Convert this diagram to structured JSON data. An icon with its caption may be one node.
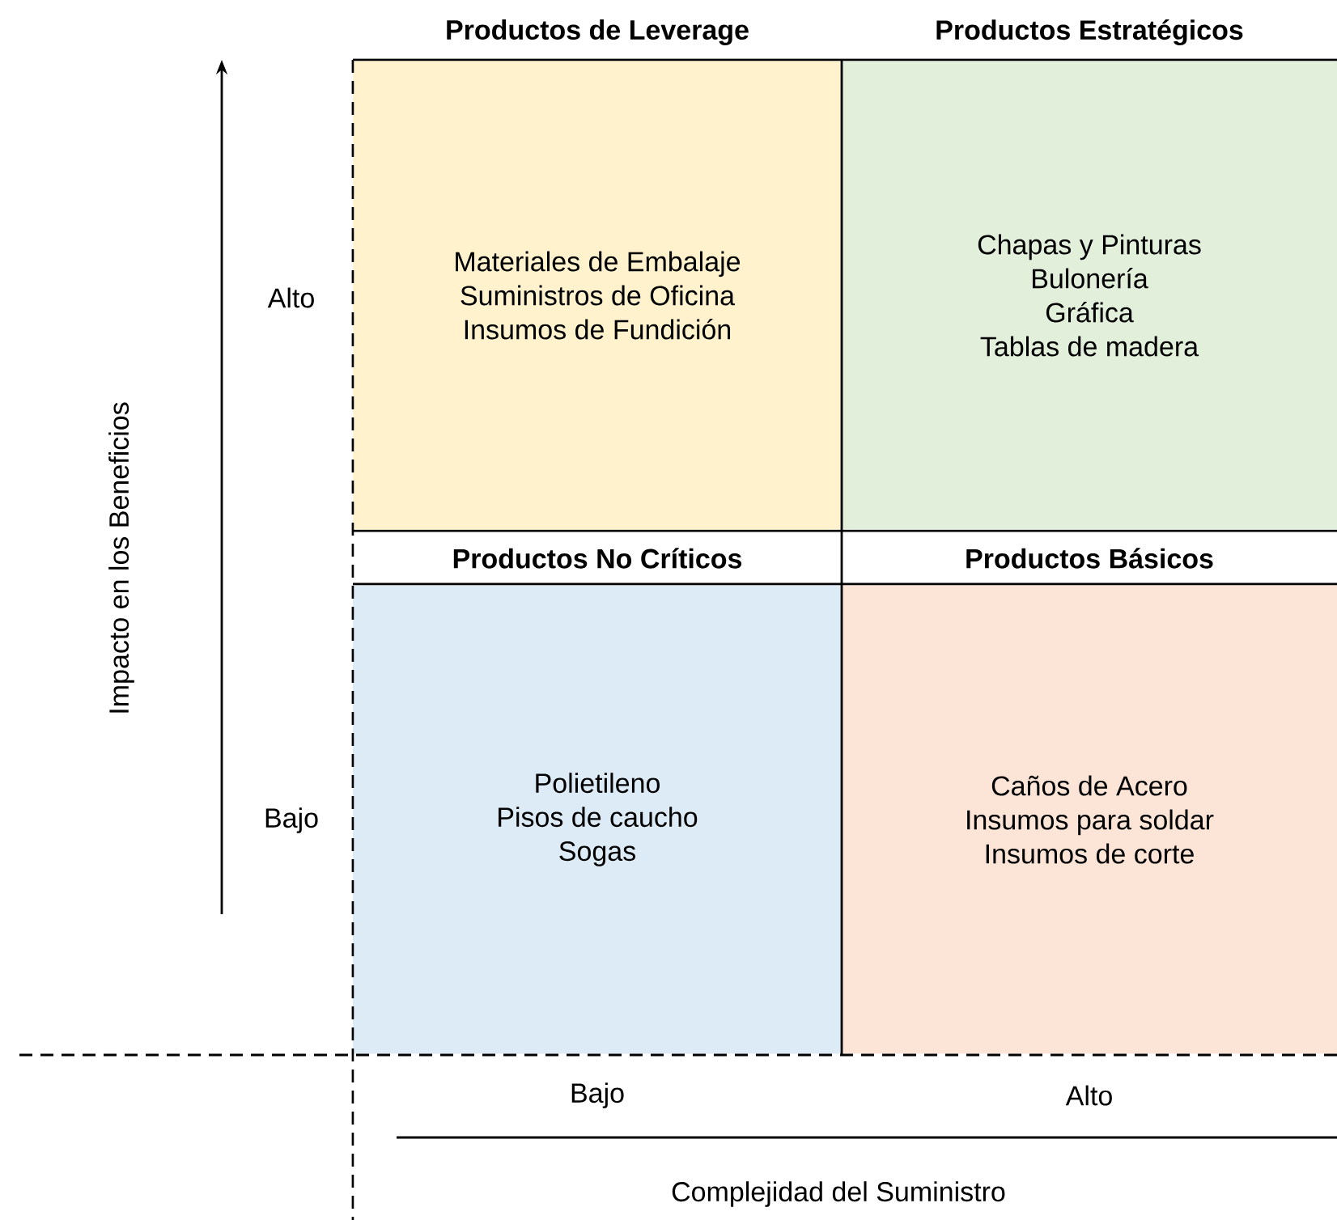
{
  "diagram": {
    "nodes": [
      {
        "text": [
          "Productos de Leverage",
          "Materiales de Embalaje",
          "Suministros de Oficina",
          "Insumos de Fundición"
        ]
      },
      {
        "text": [
          "Productos Estratégicos",
          "Chapas y Pinturas",
          "Bulonería",
          "Gráfica",
          "Tablas de madera"
        ]
      },
      {
        "text": [
          "Productos No Críticos",
          "Polietileno",
          "Pisos de caucho",
          "Sogas"
        ]
      },
      {
        "text": [
          "Productos Básicos",
          "Caños de Acero",
          "Insumos para soldar",
          "Insumos de corte"
        ]
      }
    ],
    "labels": [
      "Impacto en los Beneficios",
      "Alto",
      "Bajo",
      "Bajo",
      "Alto",
      "Complejidad del Suministro"
    ]
  }
}
